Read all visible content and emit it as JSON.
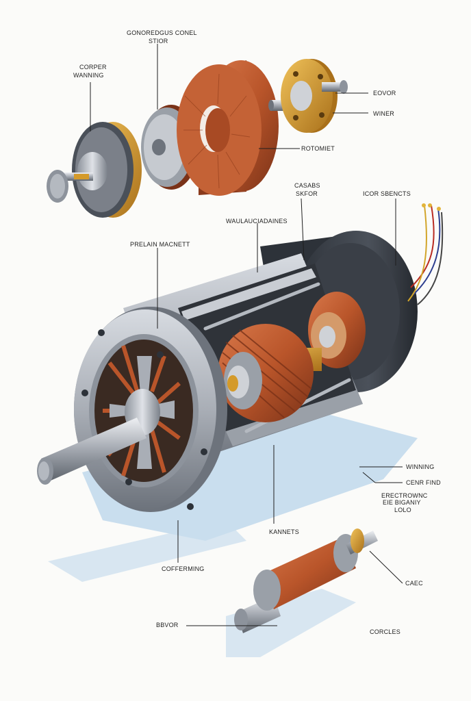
{
  "labels": {
    "top_stator": [
      "GONOREDGUS CONEL",
      "STIOR"
    ],
    "copper_winding": [
      "CORPER",
      "WANNING"
    ],
    "right_top_1": "EOVOR",
    "right_top_2": "WINER",
    "rotomiet": "ROTOMIET",
    "cases_stator": [
      "CASABS",
      "SKFOR"
    ],
    "icor_sbencts": "ICOR SBENCTS",
    "waulauciadaines": "WAULAUCIADAINES",
    "prelain_magnett": "PRELAIN MACNETT",
    "winning": "WINNING",
    "cenr_find": "CENR FIND",
    "erectrownc": [
      "ERECTROWNC",
      "EIE BIGANIY",
      "LOLO"
    ],
    "kannets": "KANNETS",
    "coffemming": "COFFERMING",
    "caec": "CAEC",
    "bbvor": "BBVOR",
    "corcles": "CORCLES"
  },
  "colors": {
    "copper": "#b9552a",
    "copper_dark": "#7a3218",
    "steel": "#a9aeb6",
    "steel_dark": "#5c626b",
    "housing_dark": "#3a3f47",
    "brass": "#d49a2a",
    "shadow": "#b9d4ea"
  }
}
